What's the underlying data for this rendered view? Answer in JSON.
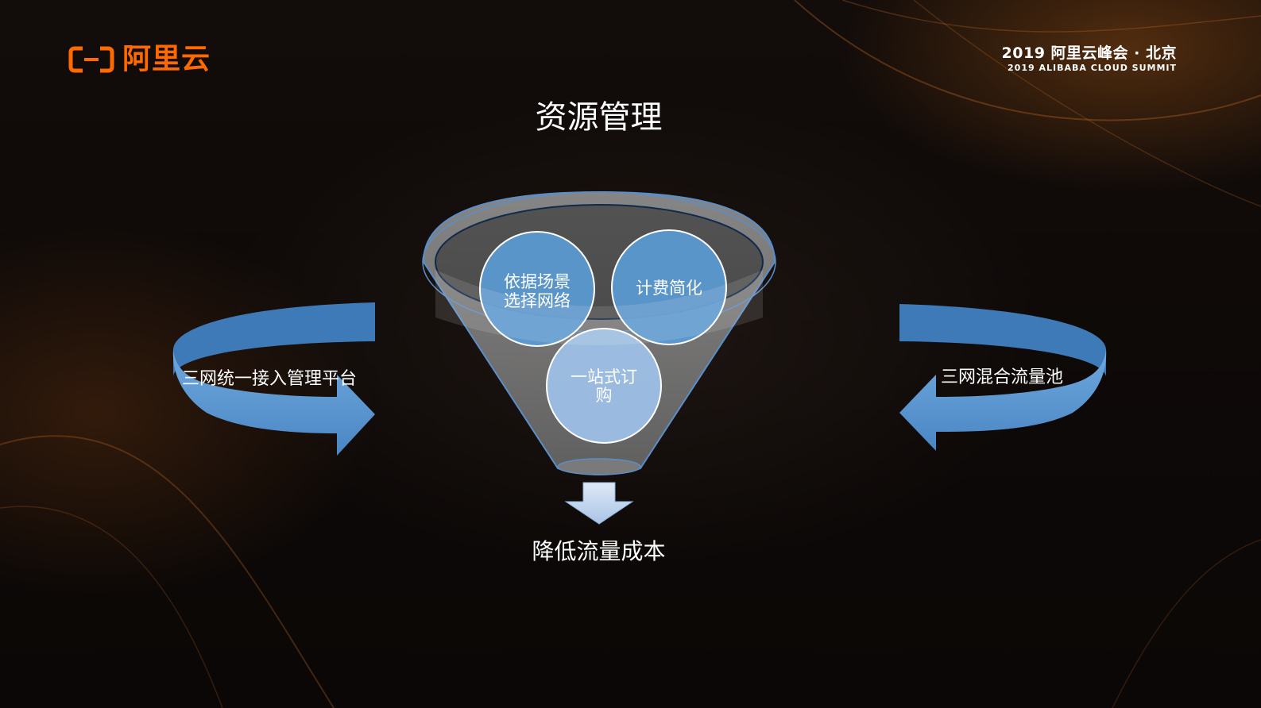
{
  "header": {
    "logo_text": "阿里云",
    "event_title": "2019 阿里云峰会 · 北京",
    "event_subtitle": "2019 ALIBABA CLOUD SUMMIT"
  },
  "slide": {
    "title": "资源管理",
    "funnel_items": [
      {
        "label_line1": "依据场景",
        "label_line2": "选择网络"
      },
      {
        "label_line1": "计费简化",
        "label_line2": ""
      },
      {
        "label_line1": "一站式订",
        "label_line2": "购"
      }
    ],
    "left_label": "三网统一接入管理平台",
    "right_label": "三网混合流量池",
    "result_label": "降低流量成本"
  },
  "colors": {
    "brand_orange": "#ff6a00",
    "arrow_blue": "#5b9bd5",
    "funnel_gray": "#8a8a8a"
  }
}
